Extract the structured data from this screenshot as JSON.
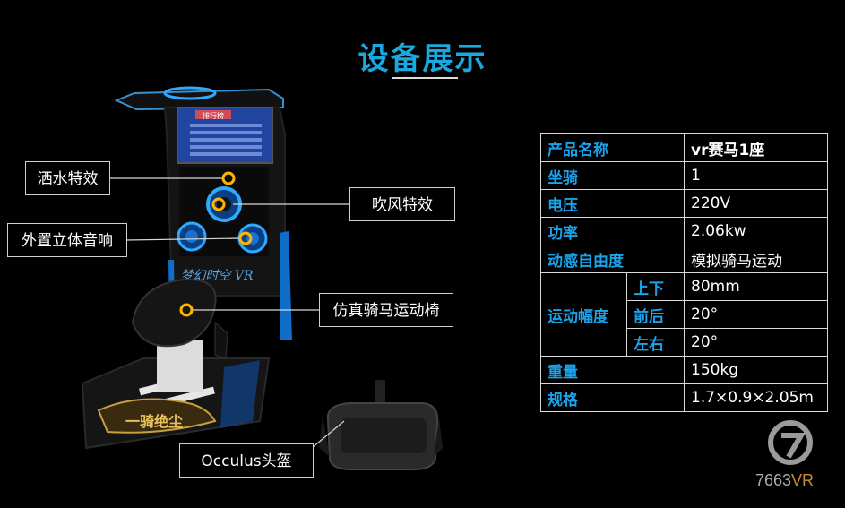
{
  "title": "设备展示",
  "callouts": {
    "water": "洒水特效",
    "speaker": "外置立体音响",
    "wind": "吹风特效",
    "seat": "仿真骑马运动椅",
    "headset": "Occulus头盔"
  },
  "machine": {
    "screen_text": "排行榜",
    "brand_text": "梦幻时空 VR",
    "banner_text": "一骑绝尘"
  },
  "specs": {
    "name_label": "产品名称",
    "name_value": "vr赛马1座",
    "seat_label": "坐骑",
    "seat_value": "1",
    "voltage_label": "电压",
    "voltage_value": "220V",
    "power_label": "功率",
    "power_value": "2.06kw",
    "motion_label": "动感自由度",
    "motion_value": "模拟骑马运动",
    "range_label": "运动幅度",
    "updown_label": "上下",
    "updown_value": "80mm",
    "frontback_label": "前后",
    "frontback_value": "20°",
    "leftright_label": "左右",
    "leftright_value": "20°",
    "weight_label": "重量",
    "weight_value": "150kg",
    "size_label": "规格",
    "size_value": "1.7×0.9×2.05m"
  },
  "logo": {
    "number": "7663",
    "suffix": "VR"
  },
  "colors": {
    "accent": "#19a8e0",
    "label_blue": "#1aa3ea",
    "marker": "#ffb400"
  }
}
